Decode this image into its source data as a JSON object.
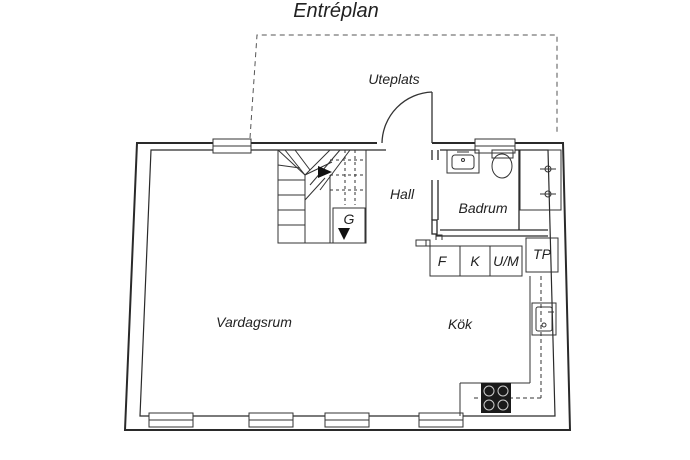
{
  "title": "Entréplan",
  "rooms": {
    "terrace": "Uteplats",
    "hall": "Hall",
    "bathroom": "Badrum",
    "living": "Vardagsrum",
    "kitchen": "Kök"
  },
  "fixtures": {
    "storage": "G",
    "fridge": "F",
    "freezer": "K",
    "microwave_oven": "U/M",
    "washer_dryer": "TP"
  },
  "colors": {
    "wall": "#2a2a2a",
    "line": "#333333",
    "stove": "#1a1a1a"
  }
}
